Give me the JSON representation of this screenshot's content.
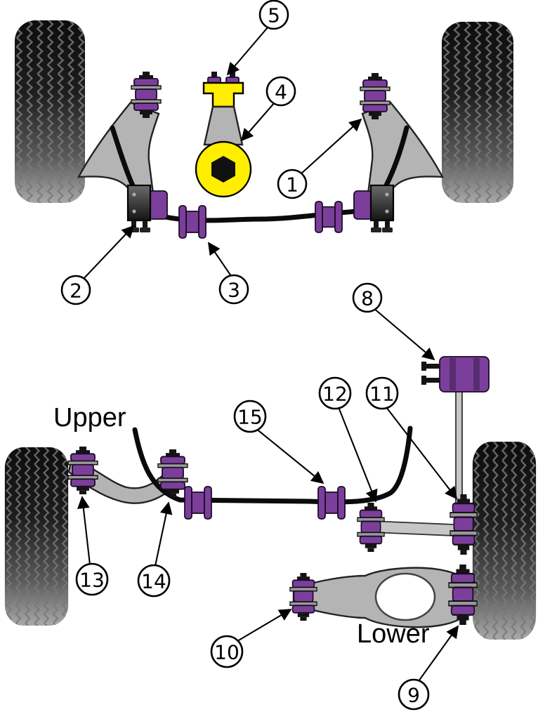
{
  "diagram": {
    "kind": "suspension-bushing-callout-diagram",
    "labels": {
      "upper": "Upper",
      "lower": "Lower"
    },
    "callouts": {
      "c1": "1",
      "c2": "2",
      "c3": "3",
      "c4": "4",
      "c5": "5",
      "c8": "8",
      "c9": "9",
      "c10": "10",
      "c11": "11",
      "c12": "12",
      "c13": "13",
      "c14": "14",
      "c15": "15"
    },
    "colors": {
      "bushing_purple": "#7b3f9b",
      "highlight_yellow": "#ffee00",
      "arm_gray": "#b4b4b4",
      "outline_black": "#000000",
      "background": "#ffffff"
    }
  }
}
